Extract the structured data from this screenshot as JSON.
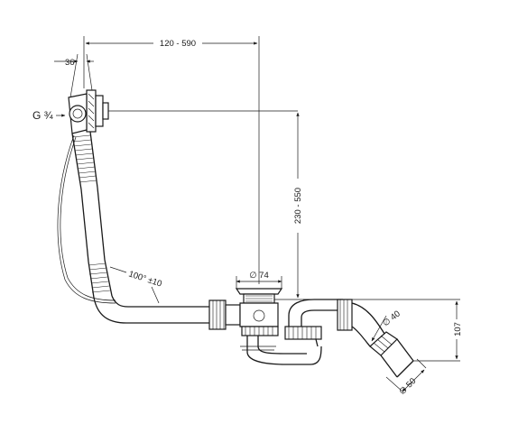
{
  "labels": {
    "connection": "G ¾",
    "width_range": "120 - 590",
    "offset": "36",
    "height_range": "230 - 550",
    "bend_angle": "100° ±10",
    "drain_diameter": "∅ 74",
    "outlet_diameter": "∅ 40",
    "pipe_diameter": "∅ 50",
    "trap_height": "107"
  },
  "colors": {
    "line": "#1a1a1a",
    "background": "#ffffff"
  }
}
